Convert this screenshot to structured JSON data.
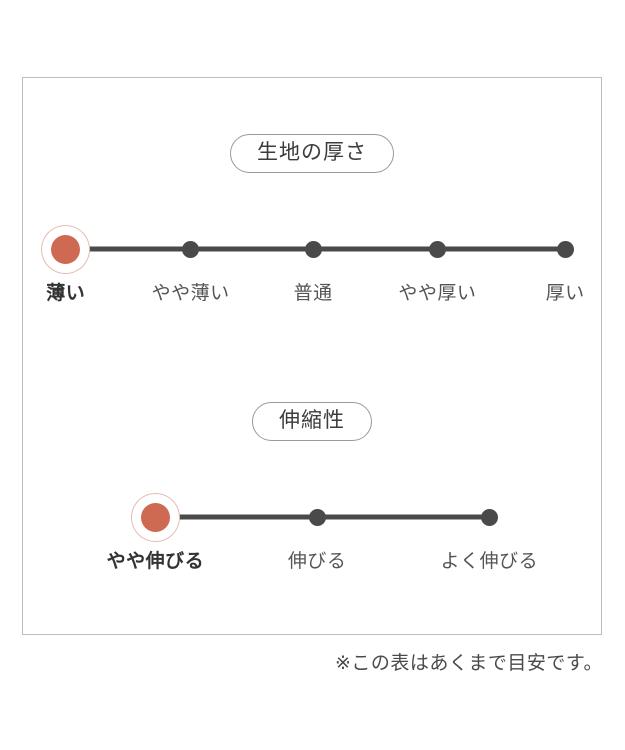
{
  "colors": {
    "frame_border": "#bdbdbd",
    "badge_border": "#9a9a9a",
    "track": "#4a4a4a",
    "dot": "#4a4a4a",
    "active_dot": "#cf6a52",
    "active_ring": "#e3bdb1",
    "label": "#555555",
    "active_label": "#333333",
    "background": "#ffffff"
  },
  "chart_data": {
    "type": "scale",
    "title": "",
    "charts": [
      {
        "id": "thickness",
        "title": "生地の厚さ",
        "categories": [
          "薄い",
          "やや薄い",
          "普通",
          "やや厚い",
          "厚い"
        ],
        "positions_pct": [
          7.4,
          29.0,
          50.2,
          71.7,
          93.8
        ],
        "selected_index": 0,
        "selected_value": "薄い",
        "count": 5
      },
      {
        "id": "stretch",
        "title": "伸縮性",
        "categories": [
          "やや伸びる",
          "伸びる",
          "よく伸びる"
        ],
        "positions_pct": [
          22.9,
          50.9,
          80.7
        ],
        "selected_index": 0,
        "selected_value": "やや伸びる",
        "count": 3
      }
    ]
  },
  "footnote": "※この表はあくまで目安です。"
}
